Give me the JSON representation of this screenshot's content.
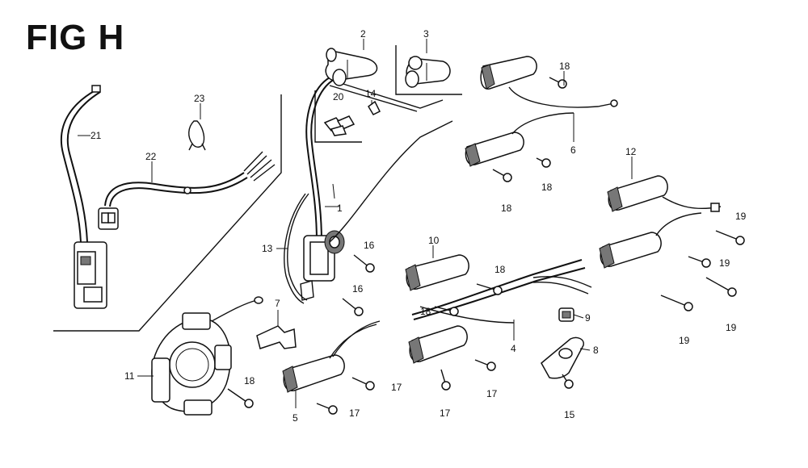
{
  "figure": {
    "title": "FIG H"
  },
  "callouts": [
    {
      "id": "c1",
      "text": "1"
    },
    {
      "id": "c2",
      "text": "2"
    },
    {
      "id": "c3",
      "text": "3"
    },
    {
      "id": "c4",
      "text": "4"
    },
    {
      "id": "c5",
      "text": "5"
    },
    {
      "id": "c6",
      "text": "6"
    },
    {
      "id": "c7",
      "text": "7"
    },
    {
      "id": "c8",
      "text": "8"
    },
    {
      "id": "c9",
      "text": "9"
    },
    {
      "id": "c10",
      "text": "10"
    },
    {
      "id": "c11",
      "text": "11"
    },
    {
      "id": "c12",
      "text": "12"
    },
    {
      "id": "c13",
      "text": "13"
    },
    {
      "id": "c14",
      "text": "14"
    },
    {
      "id": "c15",
      "text": "15"
    },
    {
      "id": "c16a",
      "text": "16"
    },
    {
      "id": "c16b",
      "text": "16"
    },
    {
      "id": "c17a",
      "text": "17"
    },
    {
      "id": "c17b",
      "text": "17"
    },
    {
      "id": "c17c",
      "text": "17"
    },
    {
      "id": "c17d",
      "text": "17"
    },
    {
      "id": "c18a",
      "text": "18"
    },
    {
      "id": "c18b",
      "text": "18"
    },
    {
      "id": "c18c",
      "text": "18"
    },
    {
      "id": "c18d",
      "text": "18"
    },
    {
      "id": "c18e",
      "text": "18"
    },
    {
      "id": "c18f",
      "text": "18"
    },
    {
      "id": "c19a",
      "text": "19"
    },
    {
      "id": "c19b",
      "text": "19"
    },
    {
      "id": "c19c",
      "text": "19"
    },
    {
      "id": "c19d",
      "text": "19"
    },
    {
      "id": "c20",
      "text": "20"
    },
    {
      "id": "c21",
      "text": "21"
    },
    {
      "id": "c22",
      "text": "22"
    },
    {
      "id": "c23",
      "text": "23"
    }
  ]
}
